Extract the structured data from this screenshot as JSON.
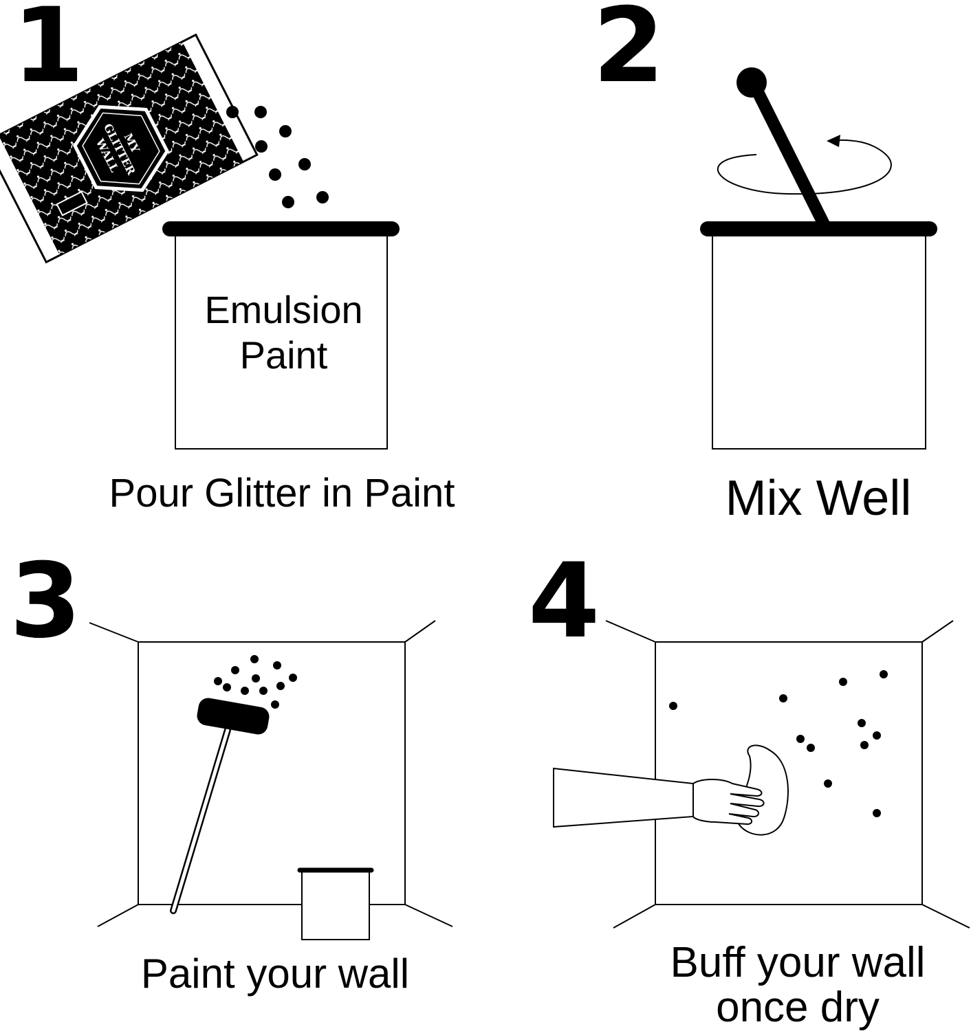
{
  "steps": [
    {
      "number": "1",
      "caption": "Pour Glitter in Paint",
      "can_label": "Emulsion\nPaint",
      "packet": {
        "line1": "MY",
        "line2": "GLITTER",
        "line3": "WALL"
      }
    },
    {
      "number": "2",
      "caption": "Mix Well"
    },
    {
      "number": "3",
      "caption": "Paint your wall"
    },
    {
      "number": "4",
      "caption": "Buff your wall\nonce dry"
    }
  ],
  "colors": {
    "ink": "#000000",
    "paper": "#ffffff"
  },
  "icons": [
    "glitter-packet-icon",
    "paint-can-icon",
    "stirring-stick-icon",
    "rotation-arrow-icon",
    "paint-roller-icon",
    "room-wall-icon",
    "hand-buffing-icon"
  ]
}
